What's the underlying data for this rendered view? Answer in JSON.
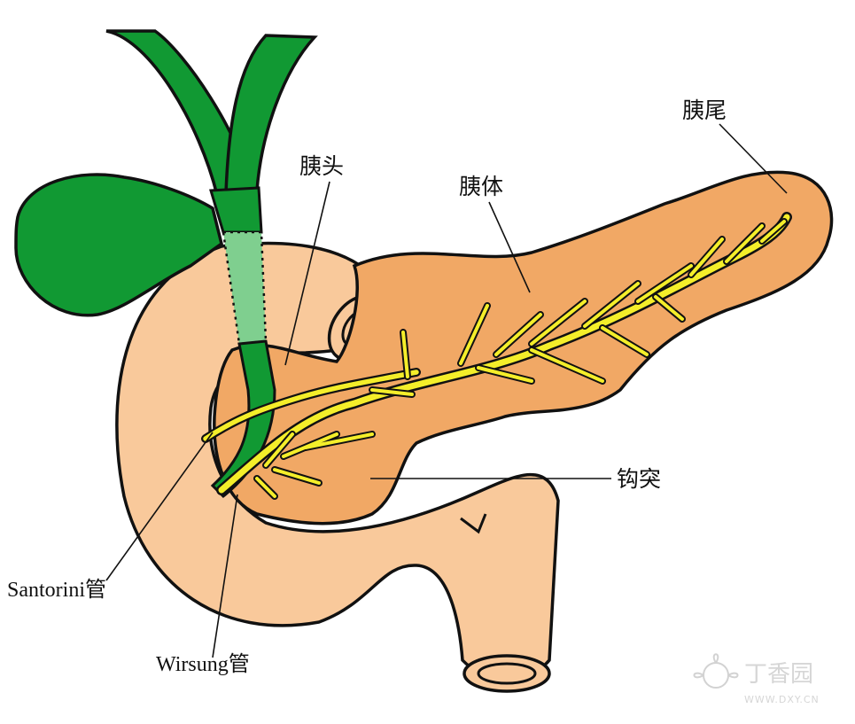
{
  "labels": {
    "head": "胰头",
    "body": "胰体",
    "tail": "胰尾",
    "uncinate": "钩突",
    "santorini": "Santorini管",
    "wirsung": "Wirsung管"
  },
  "watermark": {
    "name": "丁香园",
    "url": "WWW.DXY.CN"
  },
  "colors": {
    "duodenum": "#f9c99b",
    "pancreas": "#f1a865",
    "bile_duct": "#119933",
    "bile_duct_inside": "#7fcf8f",
    "pancreatic_duct": "#f4ee2a",
    "outline": "#111111"
  }
}
